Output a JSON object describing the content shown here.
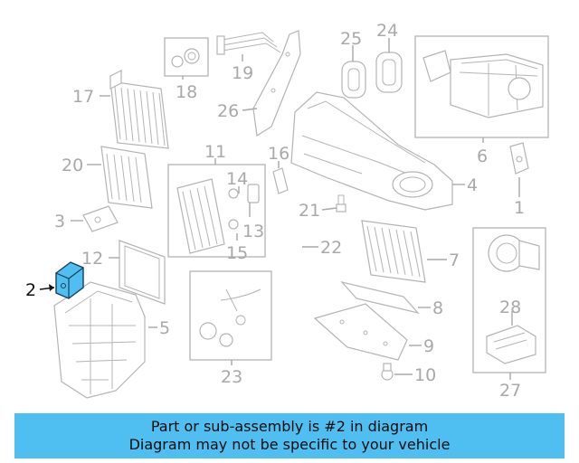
{
  "diagram": {
    "callouts": [
      "1",
      "2",
      "3",
      "4",
      "5",
      "6",
      "7",
      "8",
      "9",
      "10",
      "11",
      "12",
      "13",
      "14",
      "15",
      "16",
      "17",
      "18",
      "19",
      "20",
      "21",
      "22",
      "23",
      "24",
      "25",
      "26",
      "27",
      "28"
    ],
    "highlighted_part": "2",
    "highlight_color": "#4fbff2",
    "part_line_color": "#a9a9a9"
  },
  "banner": {
    "line1": "Part or sub-assembly is #2 in diagram",
    "line2": "Diagram may not be specific to your vehicle",
    "background": "#4fbff2"
  }
}
